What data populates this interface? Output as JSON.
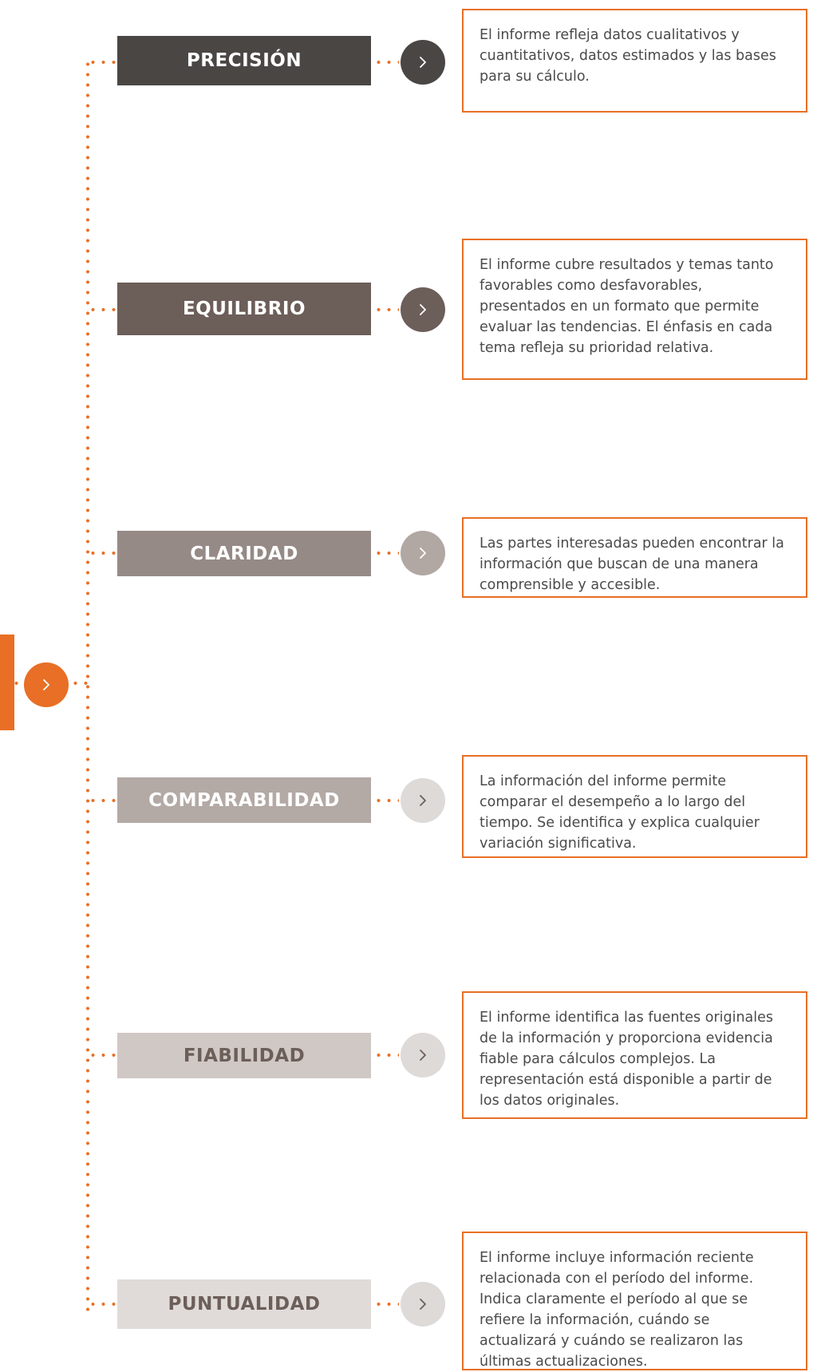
{
  "colors": {
    "accent": "#e86f25",
    "text": "#4a4a4a"
  },
  "hub": {
    "icon": "chevron-right-icon"
  },
  "items": [
    {
      "label": "PRECISIÓN",
      "description": "El informe refleja datos cualitativos y cuantitativos, datos estimados y las bases para su cálculo.",
      "label_bg": "#4a4644",
      "label_color": "#ffffff",
      "circle_bg": "#4a4644",
      "circle_icon_color": "#ffffff",
      "icon": "chevron-right-icon"
    },
    {
      "label": "EQUILIBRIO",
      "description": "El informe cubre resultados y temas tanto favorables como desfavorables, presentados en un formato que permite evaluar las tendencias. El énfasis en cada tema refleja su prioridad relativa.",
      "label_bg": "#6c5e59",
      "label_color": "#ffffff",
      "circle_bg": "#6c5e59",
      "circle_icon_color": "#ffffff",
      "icon": "chevron-right-icon"
    },
    {
      "label": "CLARIDAD",
      "description": "Las partes interesadas pueden encontrar la información que buscan de una manera comprensible y accesible.",
      "label_bg": "#968a86",
      "label_color": "#ffffff",
      "circle_bg": "#b1a7a3",
      "circle_icon_color": "#ffffff",
      "icon": "chevron-right-icon"
    },
    {
      "label": "COMPARABILIDAD",
      "description": "La información del informe permite comparar el desempeño a lo largo del tiempo. Se identifica y explica cualquier variación significativa.",
      "label_bg": "#b3a9a5",
      "label_color": "#ffffff",
      "circle_bg": "#dedad8",
      "circle_icon_color": "#6c5e59",
      "icon": "chevron-right-icon"
    },
    {
      "label": "FIABILIDAD",
      "description": "El informe identifica las fuentes originales de la información y proporciona evidencia fiable para cálculos complejos. La representación está disponible a partir de los datos originales.",
      "label_bg": "#d0c8c5",
      "label_color": "#6c5e59",
      "circle_bg": "#dedad8",
      "circle_icon_color": "#6c5e59",
      "icon": "chevron-right-icon"
    },
    {
      "label": "PUNTUALIDAD",
      "description": "El informe incluye información reciente relacionada con el período del informe. Indica claramente el período al que se refiere la información, cuándo se actualizará y cuándo se realizaron las últimas actualizaciones.",
      "label_bg": "#e0dbd8",
      "label_color": "#6c5e59",
      "circle_bg": "#dedad8",
      "circle_icon_color": "#6c5e59",
      "icon": "chevron-right-icon"
    }
  ]
}
